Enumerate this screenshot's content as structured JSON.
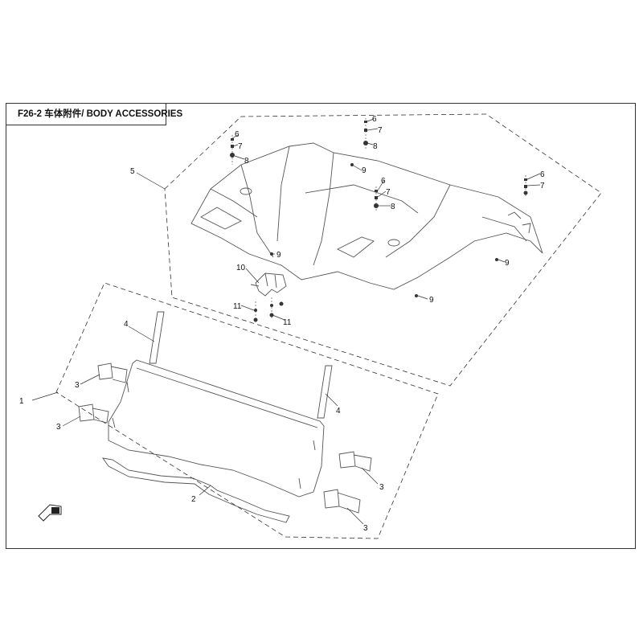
{
  "title": "F26-2 车体附件/ BODY ACCESSORIES",
  "callouts": {
    "c1": "1",
    "c2": "2",
    "c3a": "3",
    "c3b": "3",
    "c3c": "3",
    "c3d": "3",
    "c4a": "4",
    "c4b": "4",
    "c5": "5",
    "c6a": "6",
    "c6b": "6",
    "c6c": "6",
    "c6d": "6",
    "c7a": "7",
    "c7b": "7",
    "c7c": "7",
    "c7d": "7",
    "c8a": "8",
    "c8b": "8",
    "c8c": "8",
    "c9a": "9",
    "c9b": "9",
    "c9c": "9",
    "c9d": "9",
    "c10": "10",
    "c11a": "11",
    "c11b": "11"
  },
  "colors": {
    "line": "#222222",
    "dash": "#333333",
    "part": "#555555"
  },
  "icons": {
    "front_arrow": "front-direction-icon"
  }
}
